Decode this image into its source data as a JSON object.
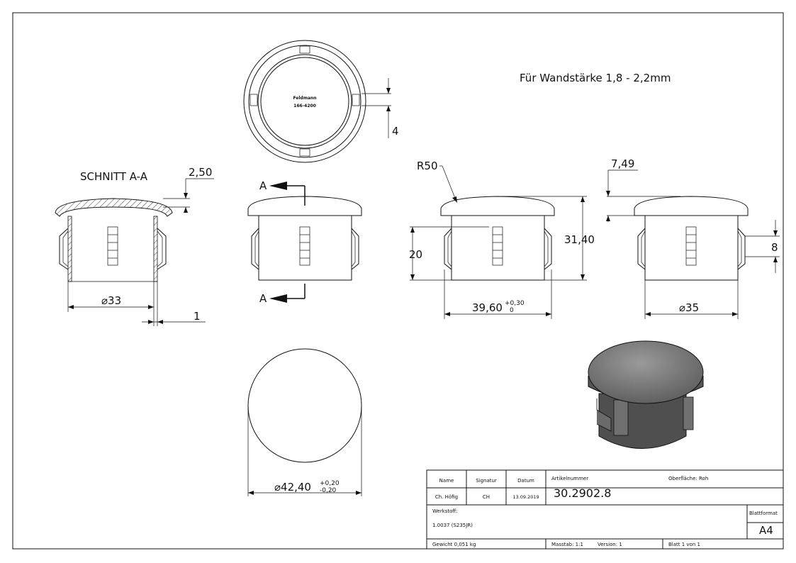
{
  "heading": "Für Wandstärke 1,8 - 2,2mm",
  "section_label": "SCHNITT A-A",
  "cut_marker": "A",
  "logo": {
    "line1": "Feldmann",
    "line2": "166-4200"
  },
  "dimensions": {
    "top_slot": "4",
    "wall": "2,50",
    "bottom_wall": "1",
    "diam_inner": "33",
    "radius": "R50",
    "height_body": "20",
    "height_total": "31,40",
    "diam_body": "39,60",
    "diam_body_tol_upper": "+0,30",
    "diam_body_tol_lower": "0",
    "cap_height": "7,49",
    "slot_height": "8",
    "diam_35": "35",
    "diam_head": "42,40",
    "diam_head_tol_upper": "+0,20",
    "diam_head_tol_lower": "-0,20"
  },
  "title_block": {
    "col_name": "Name",
    "col_signatur": "Signatur",
    "col_datum": "Datum",
    "name": "Ch. Höfig",
    "signatur": "CH",
    "datum": "13.09.2019",
    "artikel_label": "Artikelnummer",
    "artikel": "30.2902.8",
    "oberflaeche": "Oberfläche:  Roh",
    "werkstoff_label": "Werkstoff:",
    "werkstoff": "1.0037 (S235JR)",
    "blattformat_label": "Blattformat",
    "blattformat": "A4",
    "gewicht": "Gewicht 0,051 kg",
    "massstab": "Masstab: 1:1",
    "version": "Version: 1",
    "blatt": "Blatt 1 von 1"
  }
}
